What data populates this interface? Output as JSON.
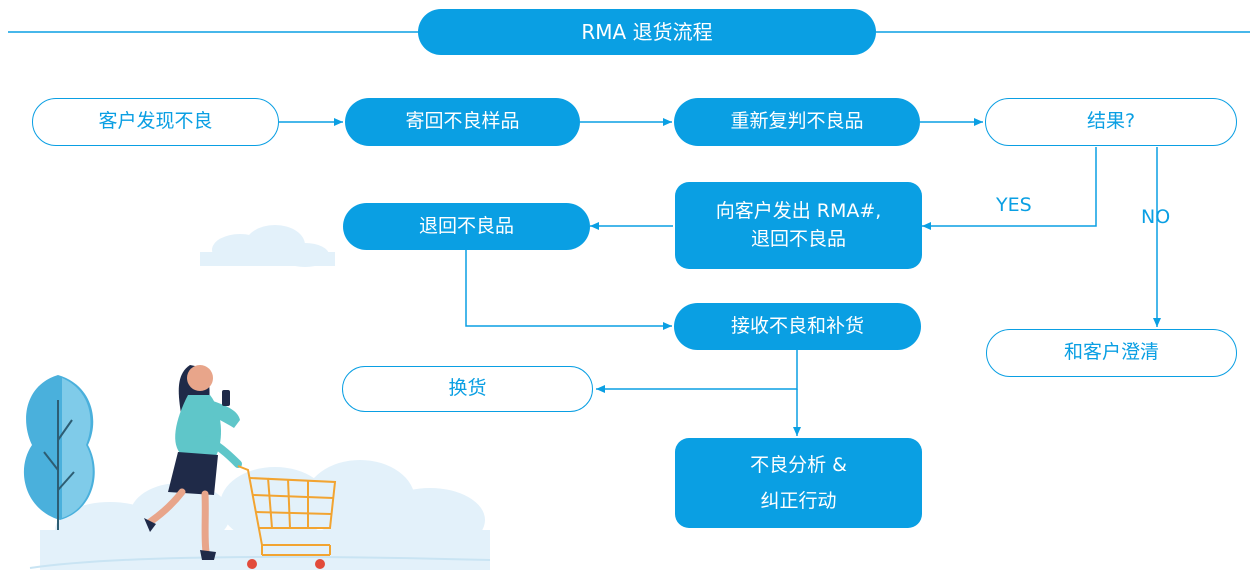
{
  "title": "RMA 退货流程",
  "nodes": {
    "customer_finds_defect": "客户发现不良",
    "send_back_sample": "寄回不良样品",
    "re_judge": "重新复判不良品",
    "result": "结果?",
    "issue_rma_line1": "向客户发出 RMA#,",
    "issue_rma_line2": "退回不良品",
    "return_defect": "退回不良品",
    "receive_replenish": "接收不良和补货",
    "clarify_with_customer": "和客户澄清",
    "exchange": "换货",
    "analysis_line1": "不良分析 &",
    "analysis_line2": "纠正行动"
  },
  "edge_labels": {
    "yes": "YES",
    "no": "NO"
  },
  "colors": {
    "primary": "#0a9fe3",
    "cloud": "#e3f1fa",
    "tree": "#5fb8e0"
  }
}
